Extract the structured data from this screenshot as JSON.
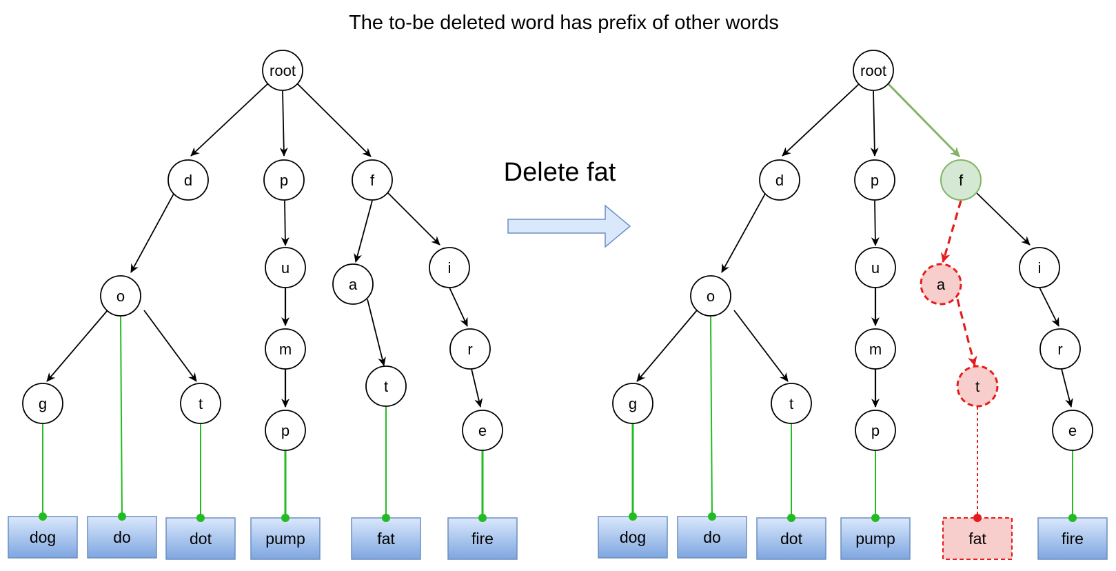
{
  "title": "The to-be deleted word has prefix of other words",
  "action_label": "Delete fat",
  "colors": {
    "edge": "#000000",
    "leaf_link": "#22bb22",
    "highlight_fill": "#d5e8d4",
    "highlight_stroke": "#82b366",
    "deleted_fill": "#f8cecc",
    "deleted_stroke": "#e51c1c",
    "leaf_fill_top": "#dae8fc",
    "leaf_fill_bottom": "#7ea6e0",
    "leaf_stroke": "#6c8ebf",
    "arrow_fill": "#dae8fc",
    "arrow_stroke": "#6c8ebf"
  },
  "before": {
    "nodes": [
      "root",
      "d",
      "o",
      "g",
      "t",
      "p",
      "u",
      "m",
      "p",
      "f",
      "a",
      "t",
      "i",
      "r",
      "e"
    ],
    "leaves": [
      "dog",
      "do",
      "dot",
      "pump",
      "fat",
      "fire"
    ]
  },
  "after": {
    "nodes": [
      "root",
      "d",
      "o",
      "g",
      "t",
      "p",
      "u",
      "m",
      "p",
      "f",
      "a",
      "t",
      "i",
      "r",
      "e"
    ],
    "leaves": [
      "dog",
      "do",
      "dot",
      "pump",
      "fat",
      "fire"
    ],
    "highlighted_node": "f",
    "deleted_nodes": [
      "a",
      "t"
    ],
    "deleted_leaf": "fat"
  }
}
